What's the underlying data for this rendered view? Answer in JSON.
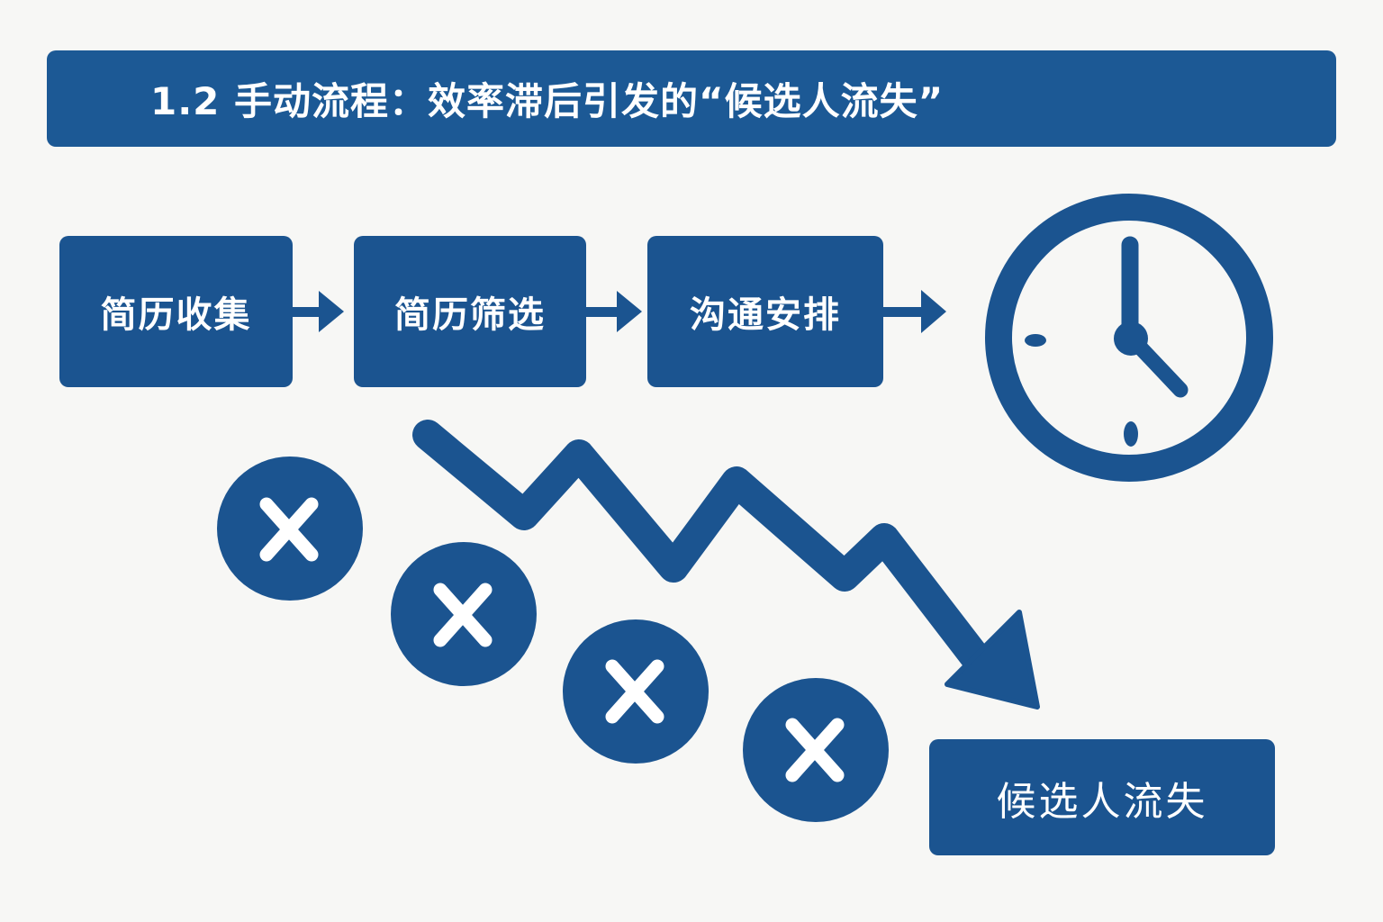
{
  "title": "1.2 手动流程：效率滞后引发的“候选人流失”",
  "process_steps": [
    {
      "label": "简历收集"
    },
    {
      "label": "简历筛选"
    },
    {
      "label": "沟通安排"
    }
  ],
  "icons": {
    "clock": "clock-icon",
    "decline": "downward-zigzag-arrow-icon",
    "reject": "x-circle-icon"
  },
  "reject_marks_count": 4,
  "outcome": {
    "label": "候选人流失"
  },
  "colors": {
    "primary": "#1b5490",
    "title_bar": "#1c5995",
    "background": "#f7f7f5",
    "text": "#ffffff"
  }
}
